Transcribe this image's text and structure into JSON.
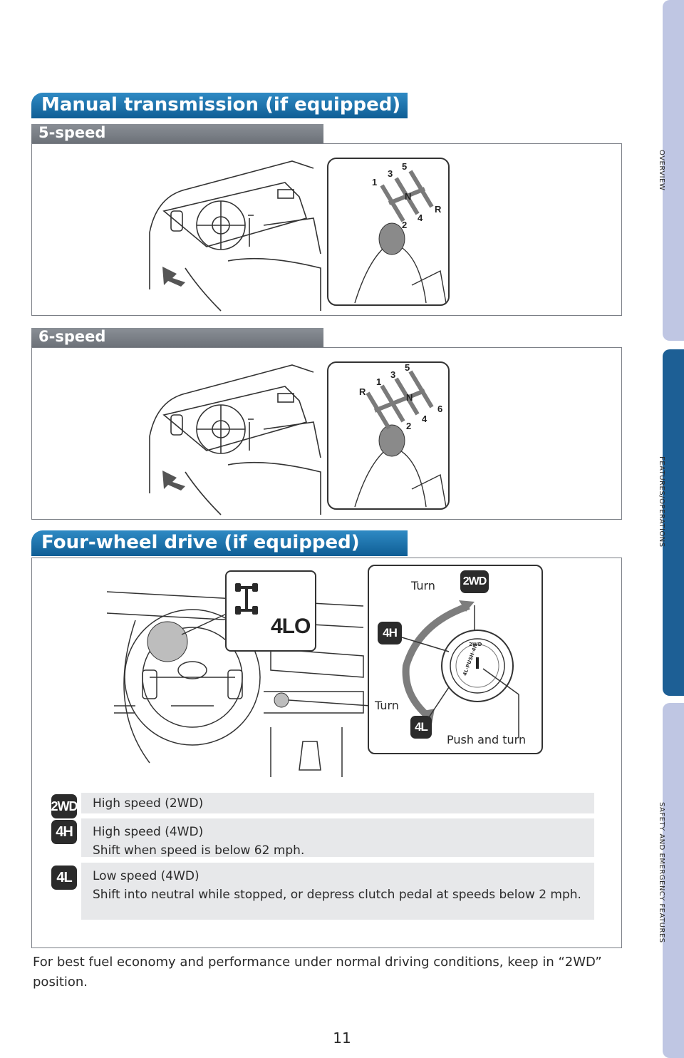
{
  "side_tabs": {
    "overview": "OVERVIEW",
    "features": "FEATURES/OPERATIONS",
    "safety": "SAFETY AND EMERGENCY FEATURES",
    "colors": {
      "inactive": "#bfc6e3",
      "active": "#1d5f95"
    }
  },
  "manual": {
    "title": "Manual transmission (if equipped)",
    "five_speed": {
      "label": "5-speed",
      "gears": [
        "1",
        "3",
        "5",
        "N",
        "2",
        "4",
        "R"
      ]
    },
    "six_speed": {
      "label": "6-speed",
      "gears": [
        "R",
        "1",
        "3",
        "5",
        "N",
        "2",
        "4",
        "6"
      ]
    }
  },
  "fourwd": {
    "title": "Four-wheel drive (if equipped)",
    "indicator": "4LO",
    "turn_top": "Turn",
    "turn_bottom": "Turn",
    "push_and_turn": "Push and turn",
    "dial_modes": {
      "twowd": "2WD",
      "fourh": "4H",
      "fourl": "4L"
    },
    "dial_ring_text": "4L·PUSH·4H",
    "dial_ring_2wd": "2WD"
  },
  "legend": [
    {
      "badge": "2WD",
      "line1": "High speed (2WD)",
      "line2": ""
    },
    {
      "badge": "4H",
      "line1": "High speed (4WD)",
      "line2": "Shift when speed is below 62 mph."
    },
    {
      "badge": "4L",
      "line1": "Low speed (4WD)",
      "line2": "Shift into neutral while stopped, or depress clutch pedal at speeds below 2 mph."
    }
  ],
  "footer": "For best fuel economy and performance under normal driving conditions, keep in “2WD” position.",
  "page_number": "11",
  "colors": {
    "header_blue": "#1a6fa8",
    "sub_gray": "#7a7f86",
    "legend_bg": "#e7e8ea",
    "badge": "#2b2b2b"
  }
}
